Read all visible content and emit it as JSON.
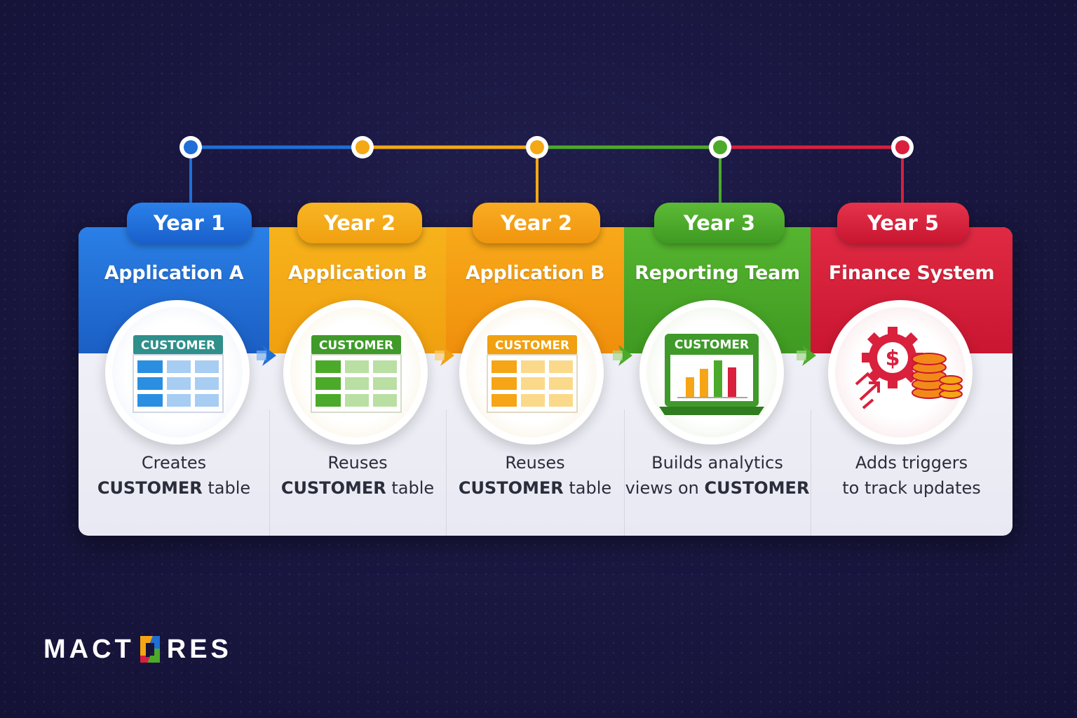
{
  "colors": {
    "blue": "#1f6fd6",
    "yellow": "#f3a814",
    "orange": "#f59a0f",
    "green": "#4caa2a",
    "red": "#d9203c"
  },
  "steps": [
    {
      "year": "Year 1",
      "title": "Application A",
      "icon": "customer-table-icon",
      "table_label": "CUSTOMER",
      "desc_line1": "Creates",
      "desc_bold": "CUSTOMER",
      "desc_rest": " table"
    },
    {
      "year": "Year 2",
      "title": "Application B",
      "icon": "customer-table-icon",
      "table_label": "CUSTOMER",
      "desc_line1": "Reuses",
      "desc_bold": "CUSTOMER",
      "desc_rest": " table"
    },
    {
      "year": "Year 2",
      "title": "Application B",
      "icon": "customer-table-icon",
      "table_label": "CUSTOMER",
      "desc_line1": "Reuses",
      "desc_bold": "CUSTOMER",
      "desc_rest": " table"
    },
    {
      "year": "Year 3",
      "title": "Reporting Team",
      "icon": "analytics-laptop-icon",
      "table_label": "CUSTOMER",
      "desc_line1": "Builds analytics",
      "desc_pre": "views on ",
      "desc_bold": "CUSTOMER"
    },
    {
      "year": "Year 5",
      "title": "Finance System",
      "icon": "finance-gear-coins-icon",
      "desc_line1": "Adds triggers",
      "desc_line2": "to track updates"
    }
  ],
  "logo": {
    "left": "MACT",
    "right": "RES"
  }
}
